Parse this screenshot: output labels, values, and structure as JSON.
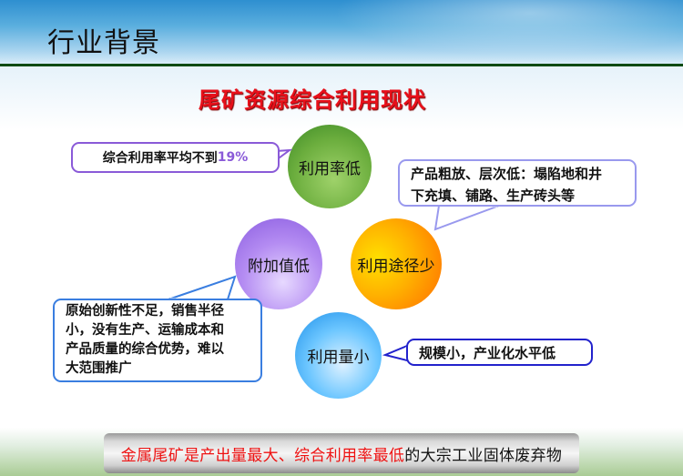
{
  "header": {
    "title": "行业背景"
  },
  "subtitle": "尾矿资源综合利用现状",
  "circles": [
    {
      "label": "利用率低",
      "color": "#6cae3e"
    },
    {
      "label": "附加值低",
      "color": "#b48cf2"
    },
    {
      "label": "利用途径少",
      "color": "#ff9800"
    },
    {
      "label": "利用量小",
      "color": "#6cc6ff"
    }
  ],
  "callouts": {
    "rate": {
      "text": "综合利用率平均不到",
      "value": "19%"
    },
    "path": {
      "line1": "产品粗放、层次低：塌陷地和井",
      "line2": "下充填、铺路、生产砖头等"
    },
    "value": {
      "line1": "原始创新性不足，销售半径",
      "line2": "小，没有生产、运输成本和",
      "line3": "产品质量的综合优势，难以",
      "line4": "大范围推广"
    },
    "amount": {
      "text": "规模小，产业化水平低"
    }
  },
  "banner": {
    "highlight": "金属尾矿是产出量最大、综合利用率最低",
    "rest": "的大宗工业固体废弃物"
  }
}
